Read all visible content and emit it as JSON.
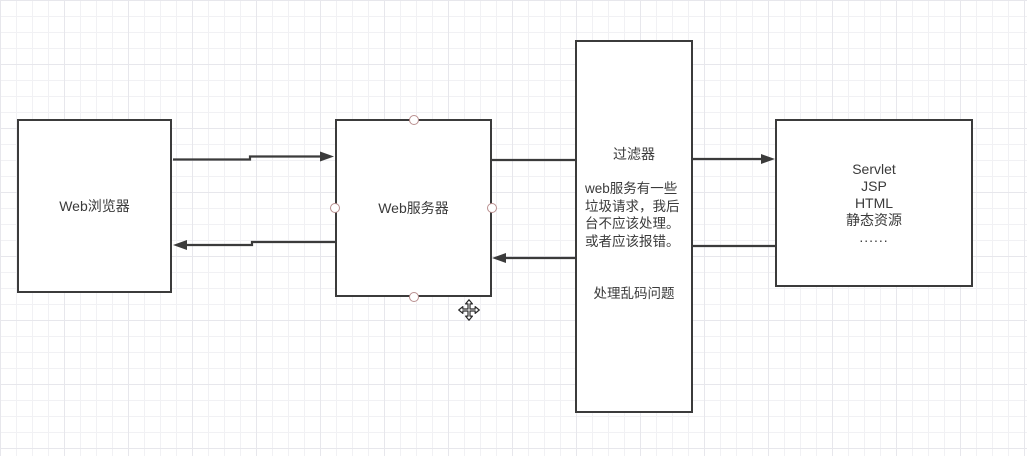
{
  "canvas": {
    "background": "#ffffff",
    "grid_minor_color": "#f1f1f4",
    "grid_major_color": "#e7e7ec"
  },
  "colors": {
    "stroke": "#3b3b3b",
    "text": "#3a3a3a",
    "shape_fill": "#ffffff",
    "handle_border": "#b98f8f",
    "handle_fill": "#ffffff"
  },
  "nodes": {
    "web_browser": {
      "label": "Web浏览器"
    },
    "web_server": {
      "label": "Web服务器"
    },
    "filter": {
      "title": "过滤器",
      "body_lines": [
        "web服务有一些",
        "垃圾请求，我后",
        "台不应该处理。",
        "或者应该报错。"
      ],
      "note": "处理乱码问题"
    },
    "servlet": {
      "lines": [
        "Servlet",
        "JSP",
        "HTML",
        "静态资源",
        "......"
      ]
    }
  },
  "connectors": [
    {
      "id": "browser-to-server",
      "from": "web_browser",
      "to": "web_server",
      "arrowhead": "end"
    },
    {
      "id": "server-to-browser",
      "from": "web_server",
      "to": "web_browser",
      "arrowhead": "end"
    },
    {
      "id": "server-to-filter",
      "from": "web_server",
      "to": "filter",
      "arrowhead": "none"
    },
    {
      "id": "filter-to-servlet",
      "from": "filter",
      "to": "servlet",
      "arrowhead": "end"
    },
    {
      "id": "servlet-to-filter",
      "from": "servlet",
      "to": "filter",
      "arrowhead": "none"
    },
    {
      "id": "filter-to-server",
      "from": "filter",
      "to": "web_server",
      "arrowhead": "end"
    }
  ],
  "cursor": {
    "type": "move"
  }
}
